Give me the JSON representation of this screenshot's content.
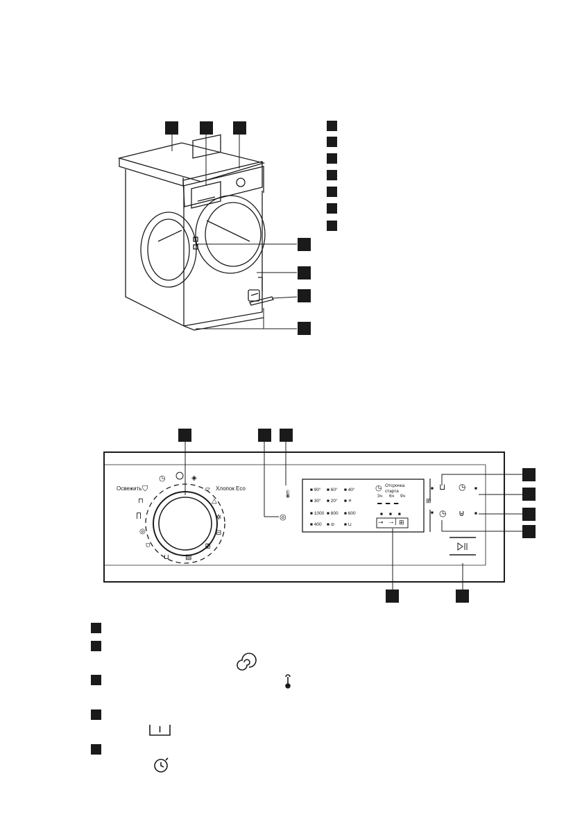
{
  "colors": {
    "ink": "#1a1a1a",
    "paper": "#ffffff",
    "grey": "#6b6b6b"
  },
  "panel": {
    "dial_labels": {
      "refresh": "Освежить",
      "cotton_eco": "Хлопок Eco"
    },
    "temperatures": [
      "90°",
      "60°",
      "40°",
      "30°",
      "20°"
    ],
    "spins": [
      "1000",
      "800",
      "600",
      "400"
    ],
    "delay_start": {
      "line1": "Отсрочка",
      "line2": "старта",
      "options": [
        "3ч",
        "6ч",
        "9ч"
      ]
    }
  },
  "icons": {
    "spin": "spiral-icon",
    "temperature": "thermometer-icon",
    "prewash": "prewash-icon",
    "time": "clock-icon",
    "start_pause": "play-pause-icon"
  }
}
